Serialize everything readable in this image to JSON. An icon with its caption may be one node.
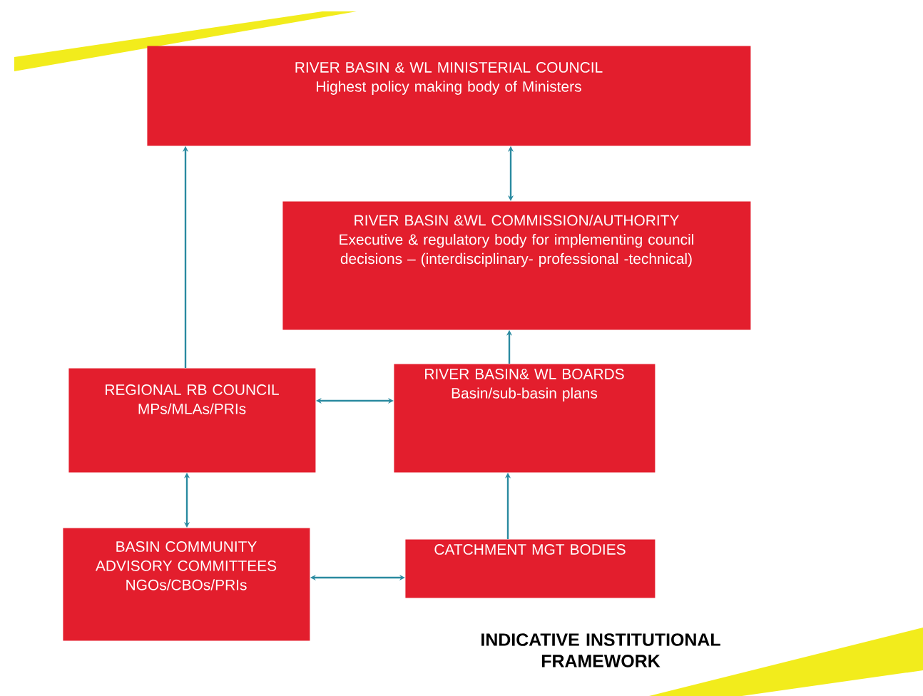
{
  "diagram": {
    "title": "INDICATIVE INSTITUTIONAL FRAMEWORK",
    "nodes": [
      {
        "text": [
          "RIVER BASIN & WL MINISTERIAL COUNCIL",
          "Highest policy making body of Ministers"
        ]
      },
      {
        "text": [
          "RIVER BASIN &WL COMMISSION/AUTHORITY",
          "Executive & regulatory body for implementing council decisions – (interdisciplinary- professional -technical)"
        ]
      },
      {
        "text": [
          "REGIONAL RB COUNCIL",
          "MPs/MLAs/PRIs"
        ]
      },
      {
        "text": [
          "RIVER BASIN& WL BOARDS",
          "Basin/sub-basin plans"
        ]
      },
      {
        "text": [
          "BASIN COMMUNITY ADVISORY COMMITTEES",
          "NGOs/CBOs/PRIs"
        ]
      },
      {
        "text": [
          "CATCHMENT MGT BODIES"
        ]
      }
    ],
    "edges": [
      {
        "from": 2,
        "to": 0,
        "arrow": "to"
      },
      {
        "from": 0,
        "to": 1,
        "arrow": "both"
      },
      {
        "from": 3,
        "to": 1,
        "arrow": "to"
      },
      {
        "from": 2,
        "to": 3,
        "arrow": "both"
      },
      {
        "from": 2,
        "to": 4,
        "arrow": "both"
      },
      {
        "from": 5,
        "to": 3,
        "arrow": "to"
      },
      {
        "from": 4,
        "to": 5,
        "arrow": "both"
      }
    ]
  }
}
